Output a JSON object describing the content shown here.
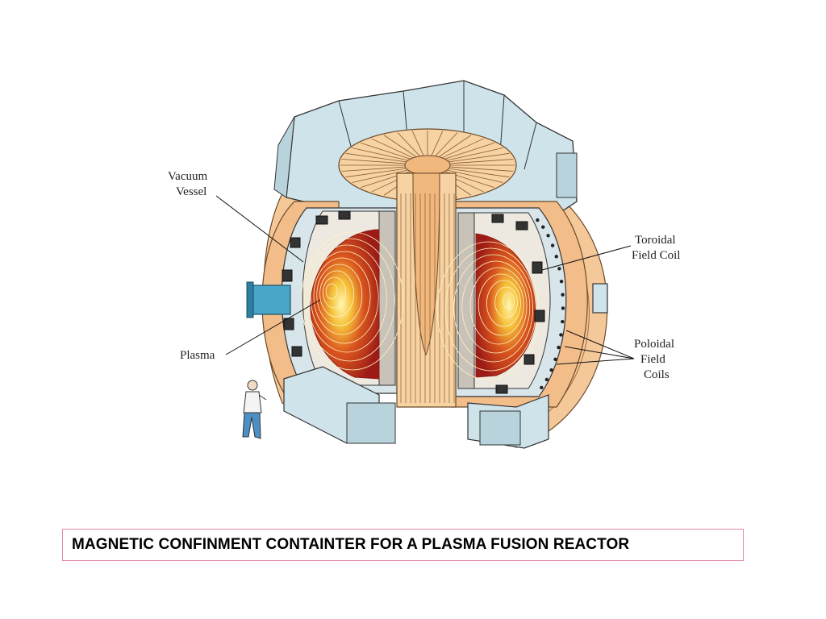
{
  "labels": {
    "vacuum_vessel": [
      "Vacuum",
      "Vessel"
    ],
    "plasma": "Plasma",
    "toroidal_field_coil": [
      "Toroidal",
      "Field Coil"
    ],
    "poloidal_field_coils": [
      "Poloidal",
      "Field",
      "Coils"
    ]
  },
  "caption": "MAGNETIC CONFINMENT CONTAINTER FOR A PLASMA FUSION REACTOR",
  "colors": {
    "shell_blue": "#cfe3ea",
    "coil_orange": "#f5c89a",
    "plasma_red": "#b8241c",
    "caption_border": "#e58aa6"
  }
}
